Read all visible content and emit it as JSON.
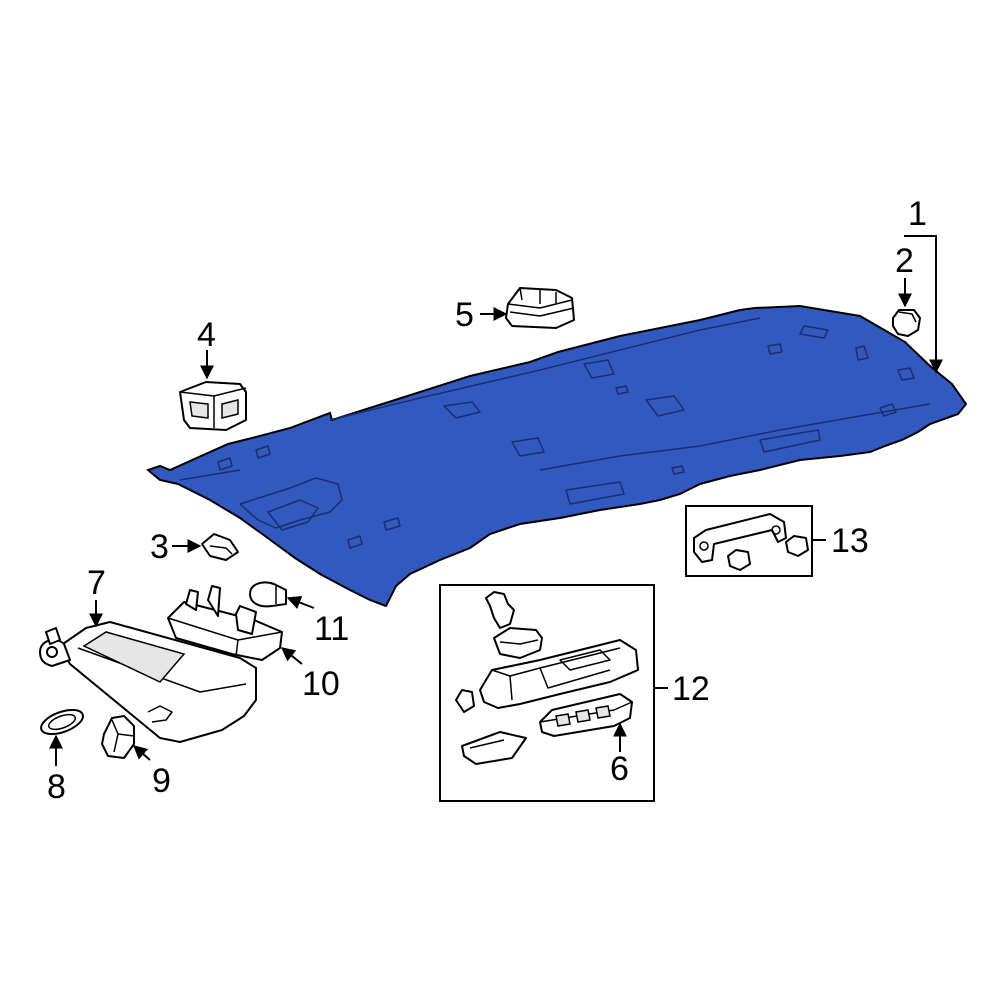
{
  "diagram": {
    "highlight_color": "#3259bf",
    "callouts": {
      "c1": "1",
      "c2": "2",
      "c3": "3",
      "c4": "4",
      "c5": "5",
      "c6": "6",
      "c7": "7",
      "c8": "8",
      "c9": "9",
      "c10": "10",
      "c11": "11",
      "c12": "12",
      "c13": "13"
    }
  }
}
